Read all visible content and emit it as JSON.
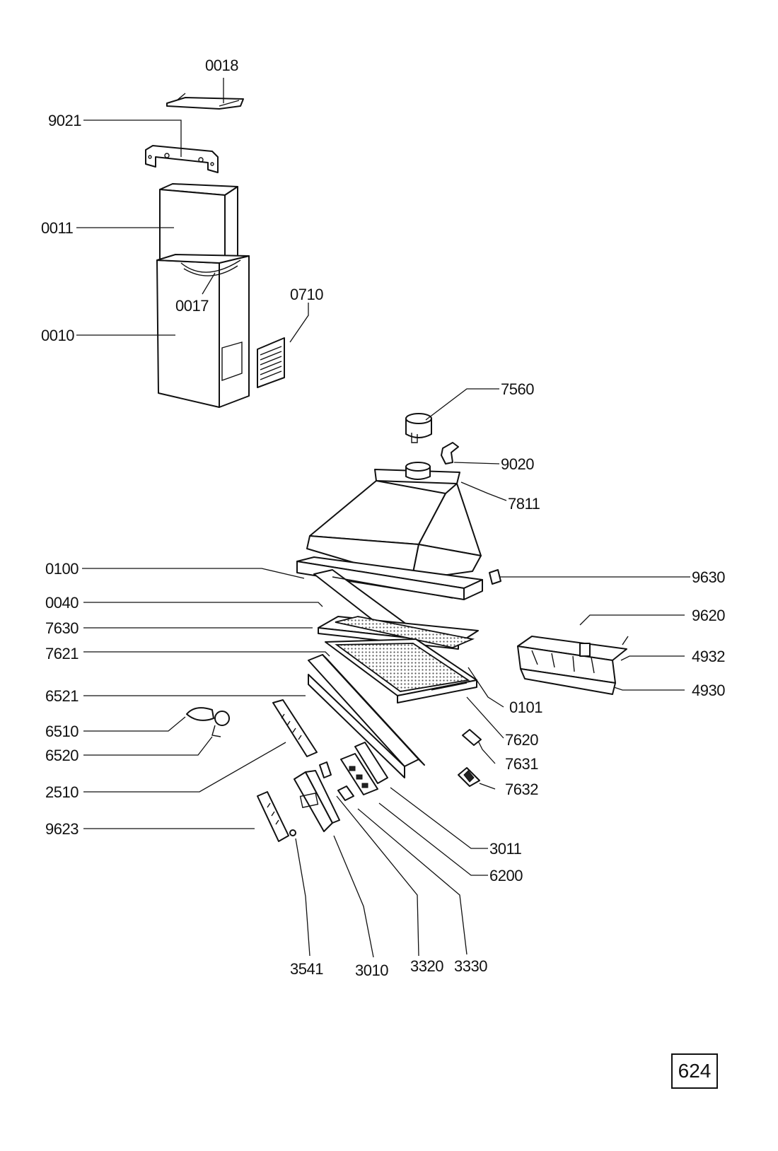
{
  "parts": {
    "p0018": "0018",
    "p9021": "9021",
    "p0011": "0011",
    "p0017": "0017",
    "p0010": "0010",
    "p0710": "0710",
    "p7560": "7560",
    "p9020": "9020",
    "p7811": "7811",
    "p0100": "0100",
    "p9630": "9630",
    "p0040": "0040",
    "p9620": "9620",
    "p7630": "7630",
    "p7621": "7621",
    "p4932": "4932",
    "p4930": "4930",
    "p6521": "6521",
    "p0101": "0101",
    "p6510": "6510",
    "p7620": "7620",
    "p6520": "6520",
    "p7631": "7631",
    "p2510": "2510",
    "p7632": "7632",
    "p9623": "9623",
    "p3011": "3011",
    "p6200": "6200",
    "p3541": "3541",
    "p3010": "3010",
    "p3320": "3320",
    "p3330": "3330"
  },
  "page_number": "624"
}
